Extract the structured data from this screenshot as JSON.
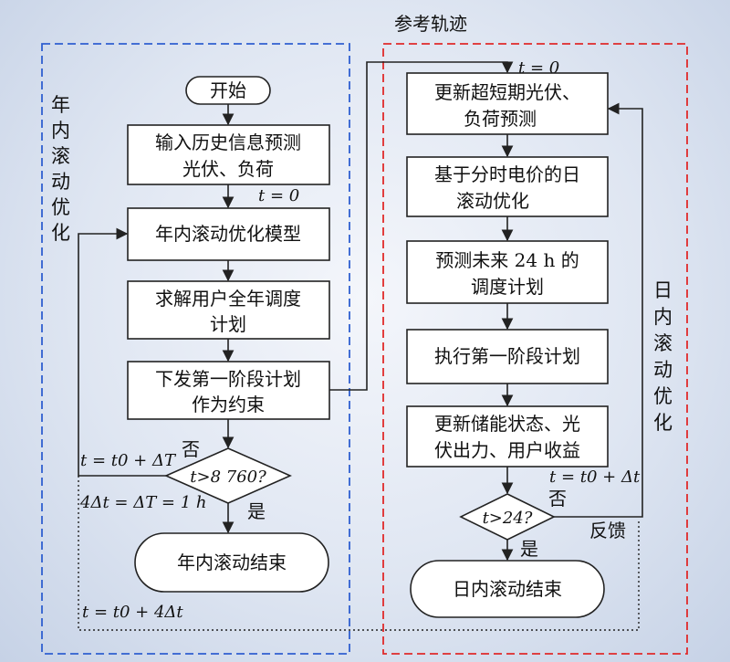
{
  "diagram": {
    "top_label": "参考轨迹",
    "left_group": {
      "side_label": [
        "年",
        "内",
        "滚",
        "动",
        "优",
        "化"
      ],
      "start": "开始",
      "input": [
        "输入历史信息预测",
        "光伏、负荷"
      ],
      "t0": "t = 0",
      "model": "年内滚动优化模型",
      "solve": [
        "求解用户全年调度",
        "计划"
      ],
      "dispatch": [
        "下发第一阶段计划",
        "作为约束"
      ],
      "decision": "t>8 760?",
      "no_label": "否",
      "yes_label": "是",
      "loop_label": "t = t0 + ΔT",
      "step_note": "4Δt = ΔT = 1 h",
      "end": "年内滚动结束",
      "bottom_loop": "t = t0 + 4Δt"
    },
    "right_group": {
      "side_label": [
        "日",
        "内",
        "滚",
        "动",
        "优",
        "化"
      ],
      "t0": "t = 0",
      "update": [
        "更新超短期光伏、",
        "负荷预测"
      ],
      "tou": [
        "基于分时电价的日",
        "滚动优化"
      ],
      "forecast": [
        "预测未来 24 h 的",
        "调度计划"
      ],
      "execute": "执行第一阶段计划",
      "update_state": [
        "更新储能状态、光",
        "伏出力、用户收益"
      ],
      "loop_label": "t = t0 + Δt",
      "no_label": "否",
      "decision": "t>24?",
      "feedback": "反馈",
      "yes_label": "是",
      "end": "日内滚动结束"
    }
  }
}
